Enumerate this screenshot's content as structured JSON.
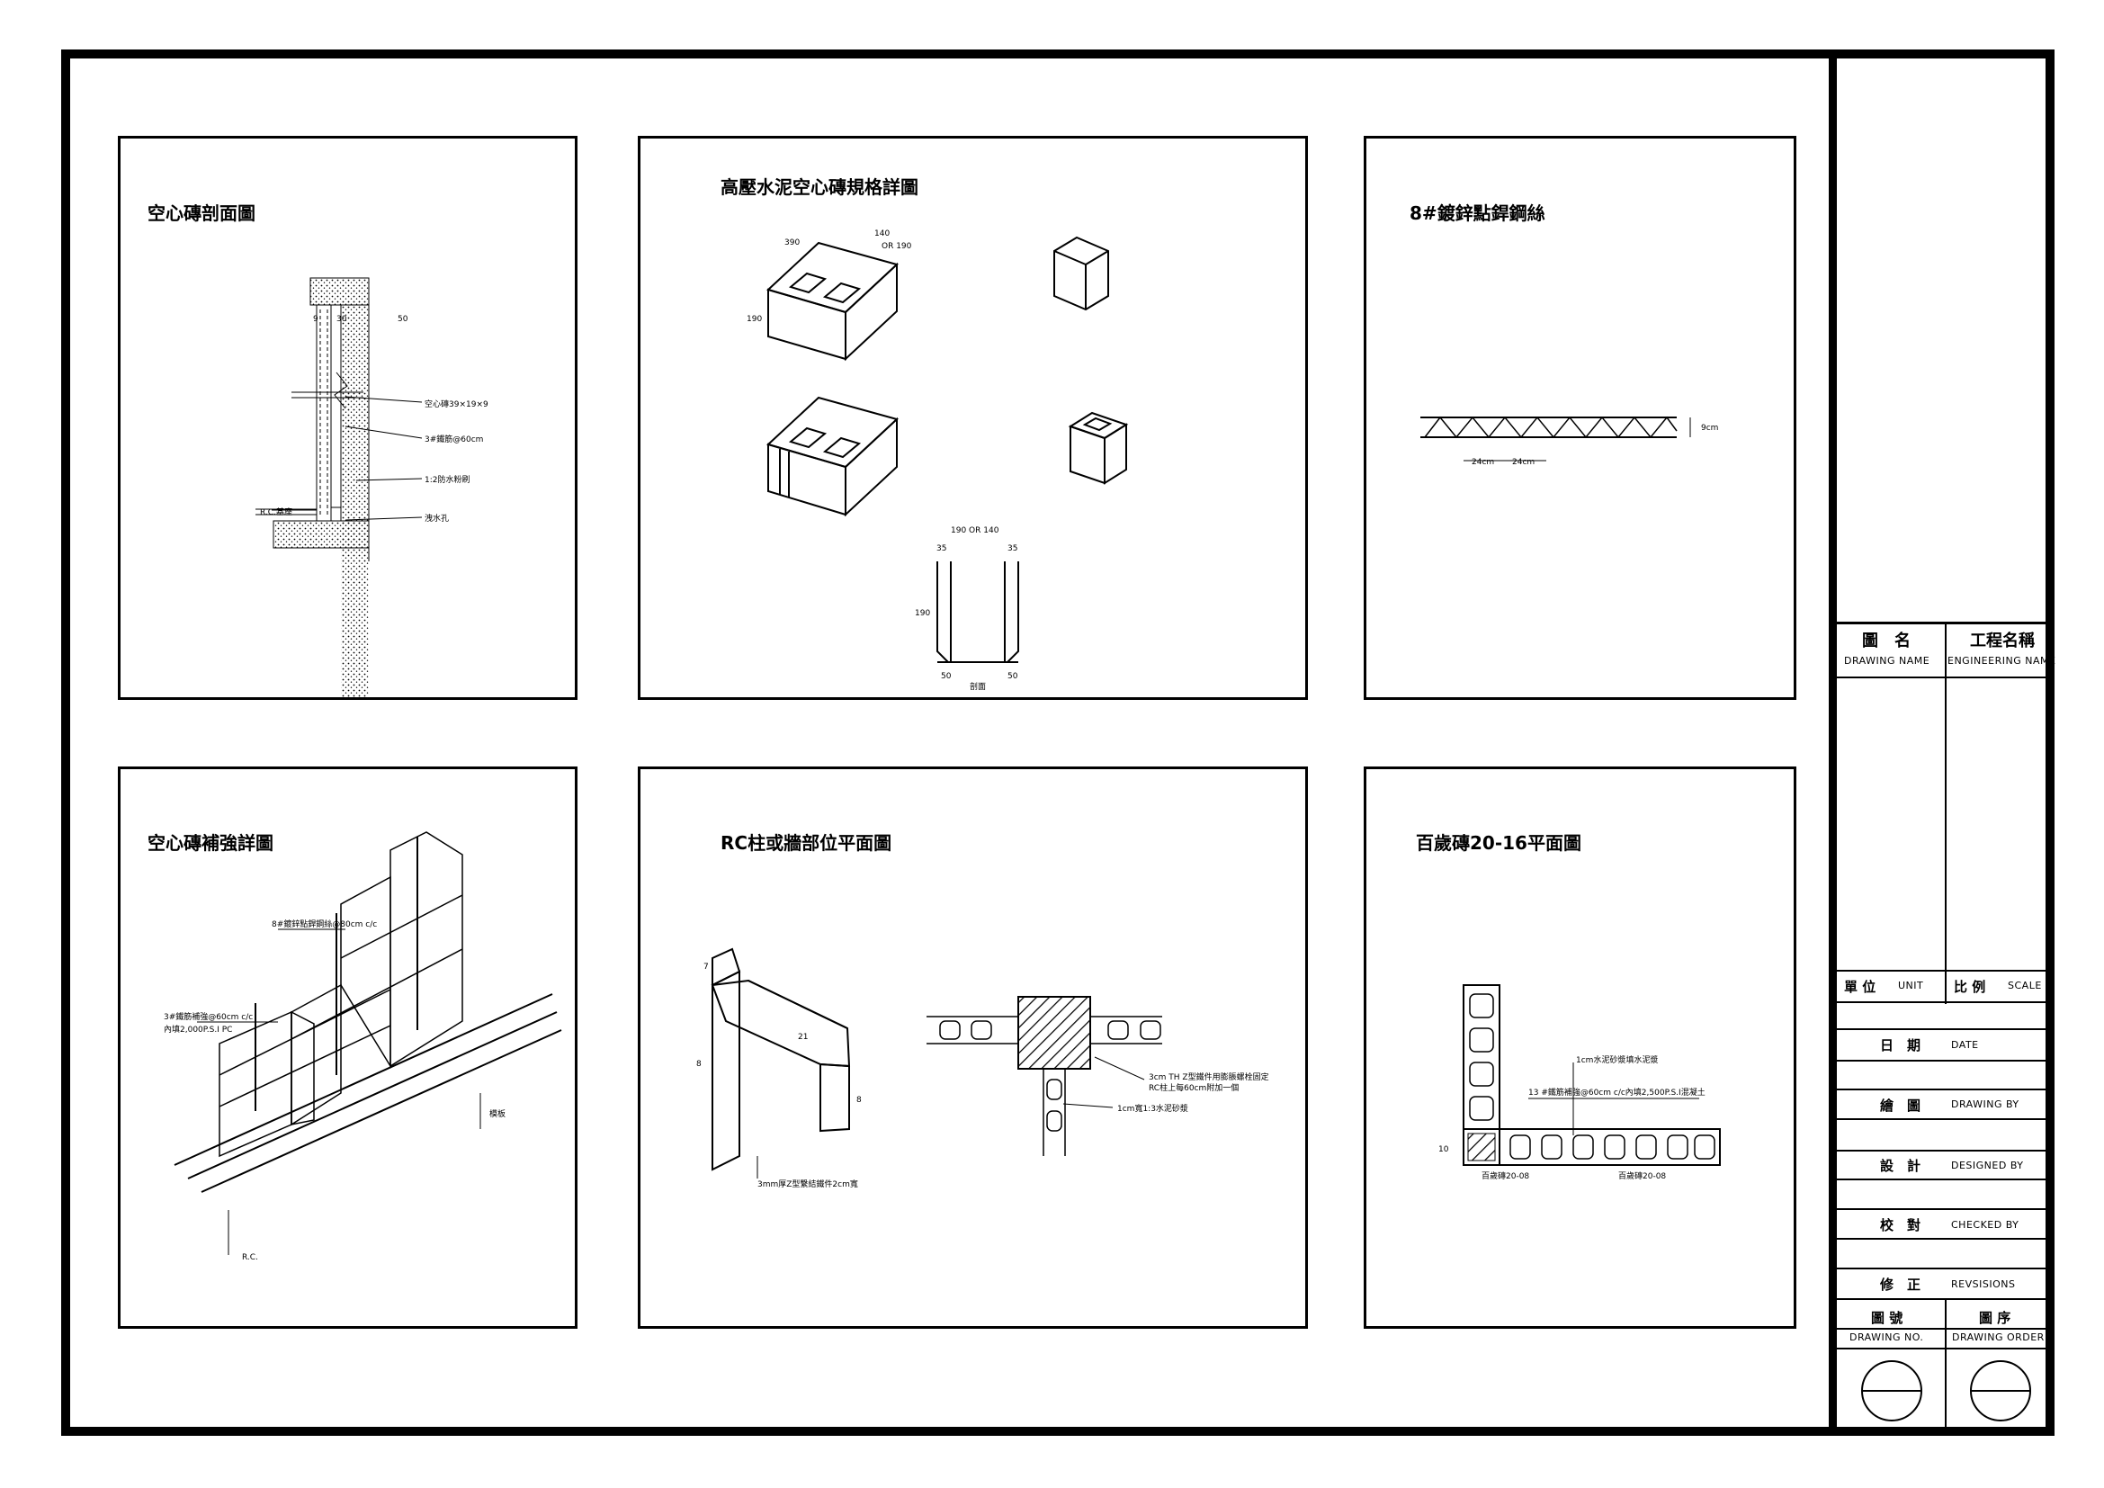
{
  "panels": {
    "hollow_section": {
      "title": "空心磚剖面圖",
      "dims": [
        "9",
        "30",
        "50"
      ],
      "callouts": [
        "空心磚39×19×9",
        "3#鐵筋@60cm",
        "1:2防水粉刷",
        "R.C.基座",
        "洩水孔"
      ]
    },
    "block_spec": {
      "title": "高壓水泥空心磚規格詳圖",
      "dims": [
        "390",
        "140",
        "OR 190",
        "190"
      ],
      "section_dims": [
        "190 OR 140",
        "35",
        "35",
        "190",
        "50",
        "50"
      ],
      "section_label": "剖面"
    },
    "wire": {
      "title": "8#鍍鋅點銲鋼絲",
      "dims": [
        "9cm",
        "24cm",
        "24cm"
      ]
    },
    "reinforce": {
      "title": "空心磚補強詳圖",
      "callouts": [
        "8#鍍鋅點銲鋼絲@80cm c/c",
        "3#鐵筋補強@60cm c/c",
        "內填2,000P.S.I PC",
        "模板",
        "R.C."
      ]
    },
    "rc_plan": {
      "title": "RC柱或牆部位平面圖",
      "dims": [
        "7",
        "8",
        "21",
        "8"
      ],
      "callouts": [
        "3mm厚Z型繫結鐵件2cm寬",
        "3cm TH Z型鐵件用膨脹螺栓固定",
        "RC柱上每60cm附加一個",
        "1cm寬1:3水泥砂漿"
      ]
    },
    "baisui": {
      "title": "百歲磚20-16平面圖",
      "dims": [
        "10"
      ],
      "callouts": [
        "1cm水泥砂漿填水泥漿",
        "13 #鐵筋補強@60cm c/c內填2,500P.S.I混凝土",
        "百歲磚20-08",
        "百歲磚20-08"
      ]
    }
  },
  "title_block": {
    "drawing_name_zh": "圖　名",
    "drawing_name_en": "DRAWING NAME",
    "engineering_name_zh": "工程名稱",
    "engineering_name_en": "ENGINEERING NAME",
    "unit_zh": "單 位",
    "unit_en": "UNIT",
    "scale_zh": "比 例",
    "scale_en": "SCALE",
    "date_zh": "日　期",
    "date_en": "DATE",
    "drawn_zh": "繪　圖",
    "drawn_en": "DRAWING BY",
    "designed_zh": "設　計",
    "designed_en": "DESIGNED BY",
    "checked_zh": "校　對",
    "checked_en": "CHECKED BY",
    "revision_zh": "修　正",
    "revision_en": "REVSISIONS",
    "drawing_no_zh": "圖 號",
    "drawing_no_en": "DRAWING NO.",
    "drawing_order_zh": "圖 序",
    "drawing_order_en": "DRAWING ORDER"
  }
}
